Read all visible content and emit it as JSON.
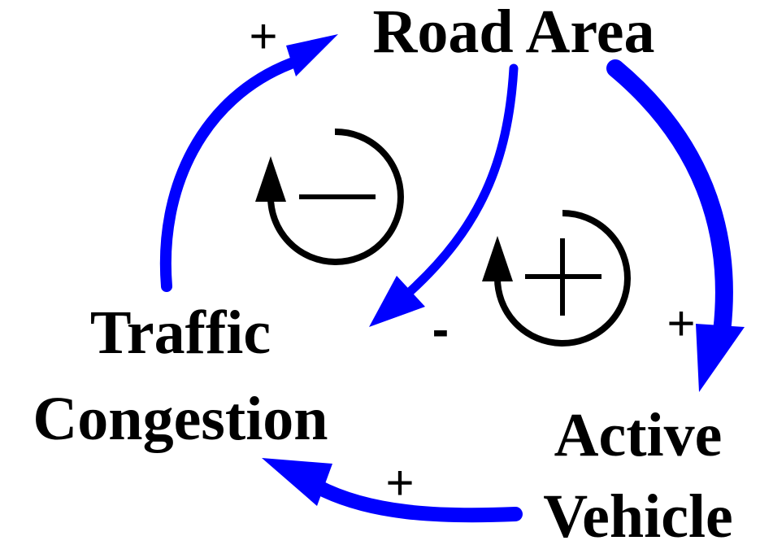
{
  "nodes": {
    "road_area": "Road Area",
    "traffic_line1": "Traffic",
    "traffic_line2": "Congestion",
    "active_line1": "Active",
    "active_line2": "Vehicle"
  },
  "link_polarities": {
    "congestion_to_road": "+",
    "road_to_congestion": "-",
    "road_to_active": "+",
    "active_to_congestion": "+"
  },
  "loops": {
    "left_loop_polarity": "balancing",
    "right_loop_polarity": "reinforcing"
  },
  "colors": {
    "link_arrow": "#0000ff",
    "loop_marker": "#000000",
    "text": "#000000"
  }
}
